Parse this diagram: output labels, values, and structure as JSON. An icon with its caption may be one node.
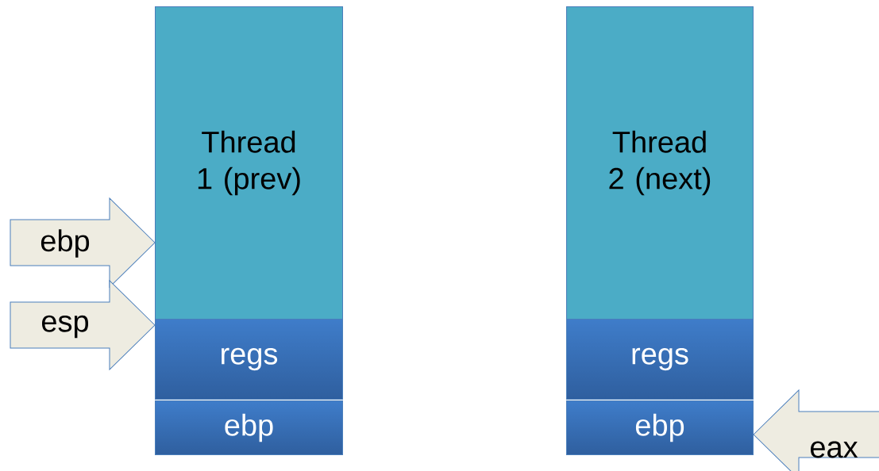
{
  "diagram": {
    "nodes": [
      {
        "text": [
          "Thread 1 (prev)"
        ]
      },
      {
        "text": [
          "regs"
        ]
      },
      {
        "text": [
          "ebp"
        ]
      },
      {
        "text": [
          "Thread 2 (next)"
        ]
      },
      {
        "text": [
          "regs"
        ]
      },
      {
        "text": [
          "ebp"
        ]
      }
    ],
    "edges": [
      {
        "from": null,
        "to": 0,
        "arrow": "to",
        "label": "ebp"
      },
      {
        "from": null,
        "to": 1,
        "arrow": "to",
        "label": "esp"
      },
      {
        "from": null,
        "to": 5,
        "arrow": "to",
        "label": "eax"
      }
    ]
  }
}
